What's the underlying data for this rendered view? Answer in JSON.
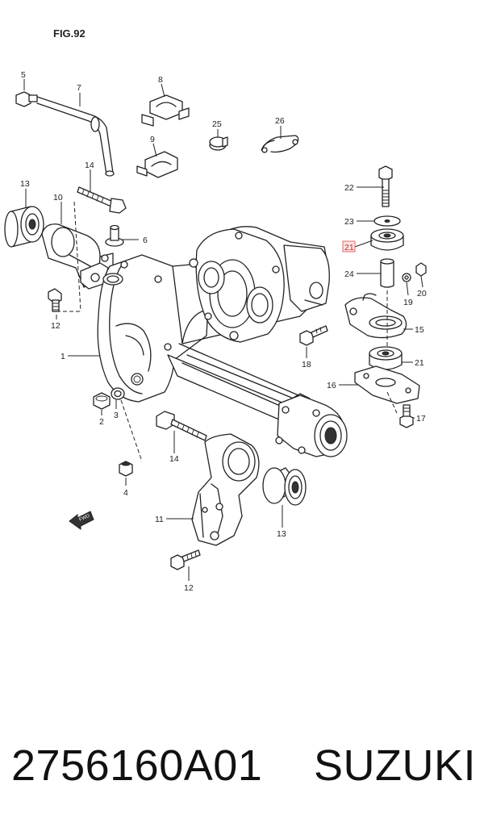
{
  "figure": {
    "title": "FIG.92"
  },
  "callouts": {
    "n1": "1",
    "n2": "2",
    "n3": "3",
    "n4": "4",
    "n5": "5",
    "n6": "6",
    "n7": "7",
    "n8": "8",
    "n9": "9",
    "n10": "10",
    "n11": "11",
    "n12a": "12",
    "n12b": "12",
    "n13a": "13",
    "n13b": "13",
    "n14a": "14",
    "n14b": "14",
    "n15": "15",
    "n16": "16",
    "n17": "17",
    "n18": "18",
    "n19": "19",
    "n20": "20",
    "n21a": "21",
    "n21b": "21",
    "n22": "22",
    "n23": "23",
    "n24": "24",
    "n25": "25",
    "n26": "26"
  },
  "highlighted_callout": "21",
  "highlight_color": "#e26a6a",
  "direction_marker": {
    "text": "FWD",
    "icon": "forward-arrow-icon"
  },
  "caption": {
    "part_number": "2756160A01",
    "brand": "SUZUKI"
  }
}
